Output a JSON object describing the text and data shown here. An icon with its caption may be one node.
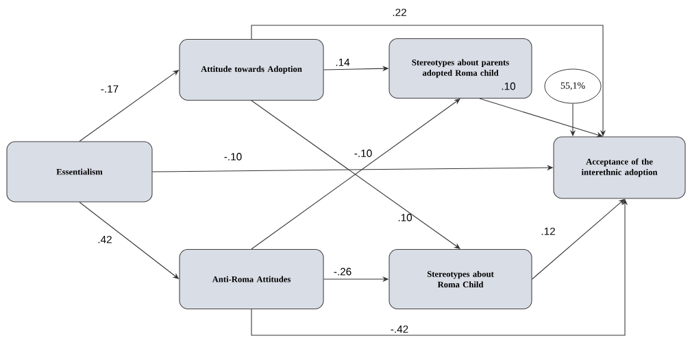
{
  "diagram": {
    "nodes": [
      {
        "text": [
          "Essentialism"
        ]
      },
      {
        "text": [
          "Attitude towards Adoption"
        ]
      },
      {
        "text": [
          "Stereotypes about parents adopted Roma child"
        ]
      },
      {
        "text": [
          "Acceptance of the interethnic adoption"
        ]
      },
      {
        "text": [
          "55,1%"
        ]
      },
      {
        "text": [
          "Anti-Roma Attitudes"
        ]
      },
      {
        "text": [
          "Stereotypes about Roma Child"
        ]
      }
    ],
    "edges": [
      {
        "from": 0,
        "to": 1,
        "arrow": "to",
        "label": "-.17"
      },
      {
        "from": 0,
        "to": 5,
        "arrow": "to",
        "label": ".42"
      },
      {
        "from": 0,
        "to": 3,
        "arrow": "to",
        "label": "-.10"
      },
      {
        "from": 1,
        "to": 2,
        "arrow": "to",
        "label": ".14"
      },
      {
        "from": 1,
        "to": 6,
        "arrow": "to",
        "label": ".10"
      },
      {
        "from": 5,
        "to": 2,
        "arrow": "to",
        "label": "-.10"
      },
      {
        "from": 5,
        "to": 6,
        "arrow": "to",
        "label": "-.26"
      },
      {
        "from": 2,
        "to": 3,
        "arrow": "to",
        "label": ".10"
      },
      {
        "from": 6,
        "to": 3,
        "arrow": "to",
        "label": ".12"
      },
      {
        "from": 1,
        "to": 3,
        "arrow": "to",
        "label": ".22"
      },
      {
        "from": 5,
        "to": 3,
        "arrow": "to",
        "label": "-.42"
      },
      {
        "from": 4,
        "to": 3,
        "arrow": "to"
      }
    ]
  }
}
